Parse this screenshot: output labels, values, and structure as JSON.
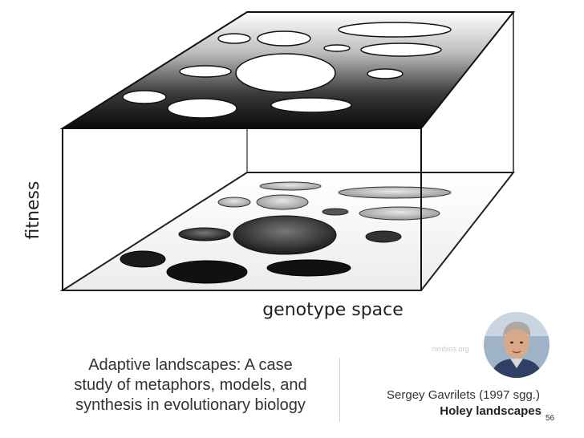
{
  "diagram": {
    "y_axis_label": "fitness",
    "x_axis_label": "genotype space"
  },
  "caption": {
    "text": "Adaptive landscapes: A case\nstudy of metaphors, models, and\nsynthesis in evolutionary biology"
  },
  "author": {
    "name": "Sergey Gavrilets (1997 sgg.)",
    "subtitle": "Holey landscapes"
  },
  "watermark": "nimbios.org",
  "page_number": "56",
  "colors": {
    "ink": "#111111",
    "text": "#333333",
    "divider": "#cfcfcf"
  }
}
